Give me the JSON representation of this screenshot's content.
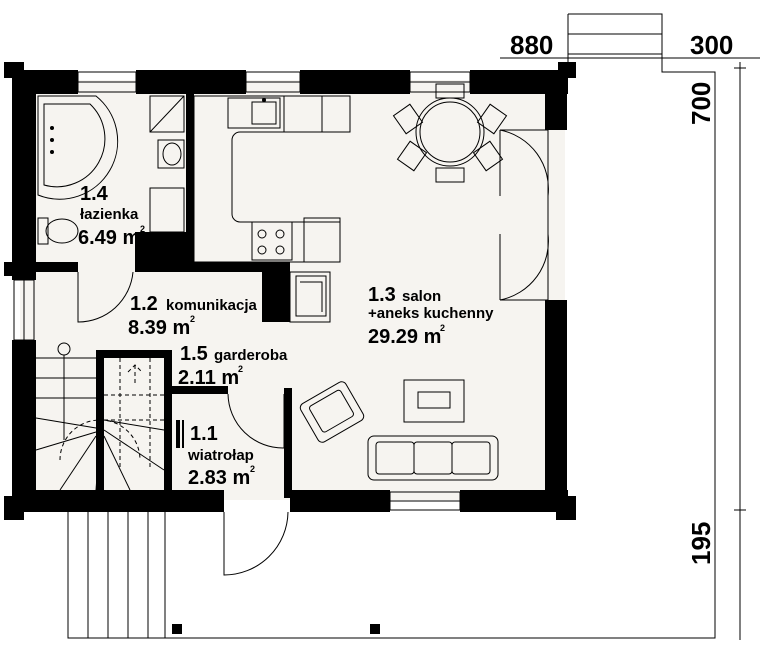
{
  "dimensions": {
    "top_left": "880",
    "top_right": "300",
    "right_upper": "700",
    "right_lower": "195"
  },
  "rooms": [
    {
      "id": "bathroom",
      "number": "1.4",
      "name": "łazienka",
      "area": "6.49 m",
      "unit_sup": "2"
    },
    {
      "id": "hall",
      "number": "1.2",
      "name": "komunikacja",
      "area": "8.39 m",
      "unit_sup": "2"
    },
    {
      "id": "living",
      "number": "1.3",
      "name": "salon",
      "name2": "+aneks kuchenny",
      "area": "29.29 m",
      "unit_sup": "2"
    },
    {
      "id": "wardrobe",
      "number": "1.5",
      "name": "garderoba",
      "area": "2.11 m",
      "unit_sup": "2"
    },
    {
      "id": "vestibule",
      "number": "1.1",
      "name": "wiatrołap",
      "area": "2.83 m",
      "unit_sup": "2"
    }
  ],
  "colors": {
    "wall": "#000000",
    "floor": "#f6f4f0",
    "background": "#ffffff"
  }
}
